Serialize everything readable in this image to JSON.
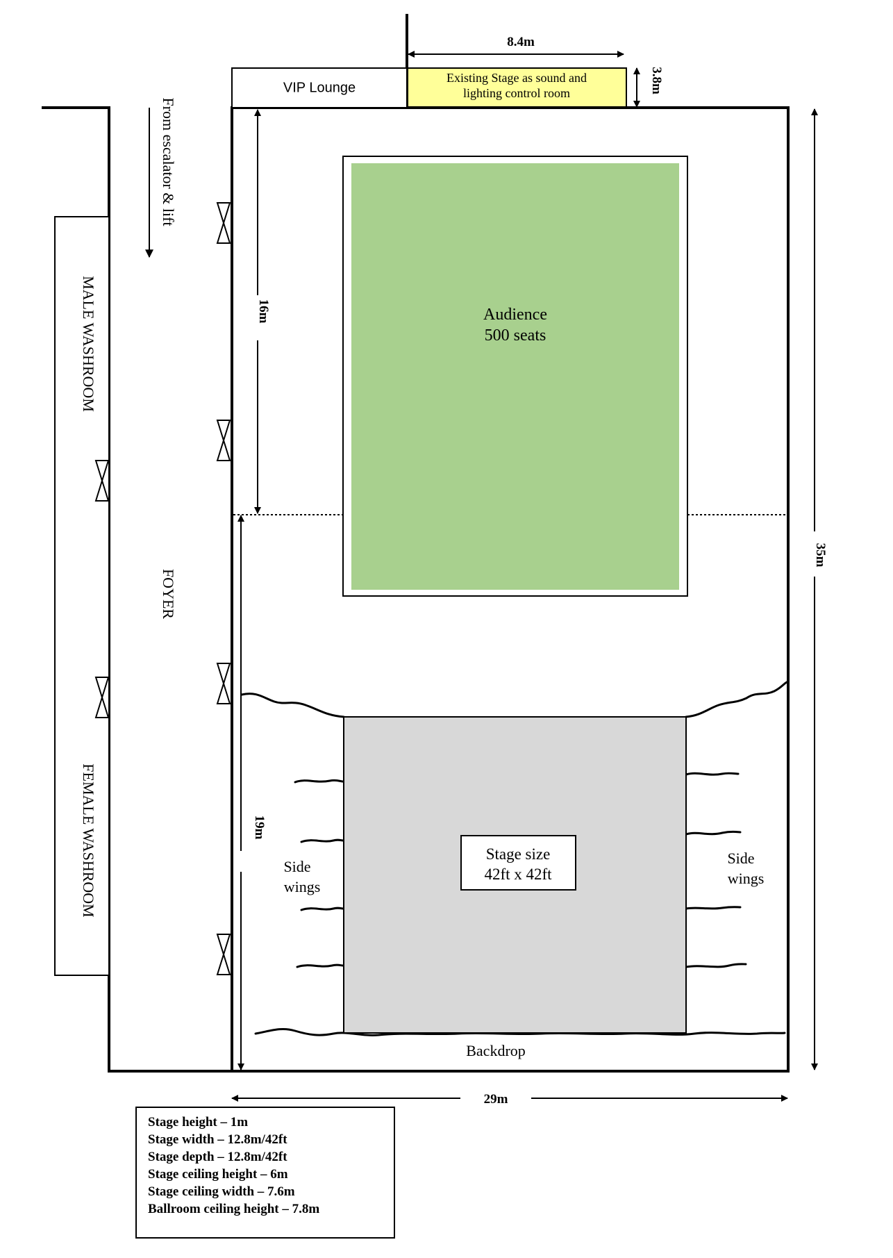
{
  "rooms": {
    "vip_lounge": "VIP Lounge",
    "control_room_line1": "Existing Stage as sound and",
    "control_room_line2": "lighting control room",
    "from_escalator": "From escalator & lift",
    "male_washroom": "MALE WASHROOM",
    "female_washroom": "FEMALE WASHROOM",
    "foyer": "FOYER"
  },
  "audience": {
    "line1": "Audience",
    "line2": "500 seats"
  },
  "stage": {
    "size_line1": "Stage size",
    "size_line2": "42ft x 42ft",
    "side_wings_left_1": "Side",
    "side_wings_left_2": "wings",
    "side_wings_right_1": "Side",
    "side_wings_right_2": "wings",
    "backdrop": "Backdrop"
  },
  "dimensions": {
    "top_width": "8.4m",
    "top_depth": "3.8m",
    "audience_depth": "16m",
    "stage_depth": "19m",
    "total_depth": "35m",
    "total_width": "29m"
  },
  "specs": [
    "Stage height – 1m",
    "Stage width – 12.8m/42ft",
    "Stage depth – 12.8m/42ft",
    "Stage ceiling height – 6m",
    "Stage ceiling width – 7.6m",
    "Ballroom ceiling height – 7.8m"
  ],
  "colors": {
    "audience_fill": "#a8d08e",
    "stage_fill": "#d8d8d8",
    "control_room_fill": "#ffff99"
  }
}
